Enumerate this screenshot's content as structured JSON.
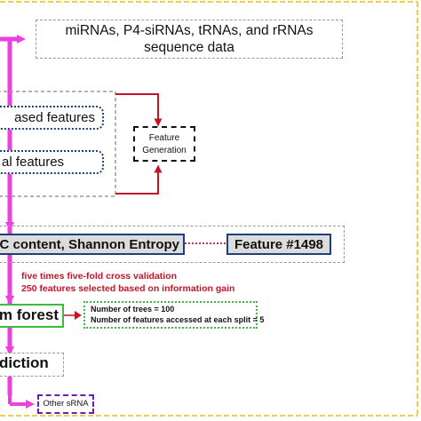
{
  "input": {
    "line1": "miRNAs, P4-siRNAs, tRNAs, and rRNAs",
    "line2": "sequence data"
  },
  "features": {
    "based": "ased features",
    "al": "al features",
    "generation_line1": "Feature",
    "generation_line2": "Generation"
  },
  "selection": {
    "gc_entropy": "C content, Shannon Entropy",
    "feature_count": "Feature #1498"
  },
  "cv_notes": {
    "line1": "five times five-fold cross validation",
    "line2": "250 features selected based on information gain"
  },
  "model": {
    "name": "m forest",
    "params_line1": "Number of trees = 100",
    "params_line2": "Number of features accessed at each split  = 5"
  },
  "output": {
    "prediction": "diction",
    "other": "Other sRNA"
  },
  "colors": {
    "magenta": "#ee3fe0",
    "dark_red": "#c0162a",
    "frame_yellow": "#f3cd45",
    "navy": "#1f3f7a",
    "green": "#3dbb3d",
    "purple": "#6a1fb0"
  }
}
